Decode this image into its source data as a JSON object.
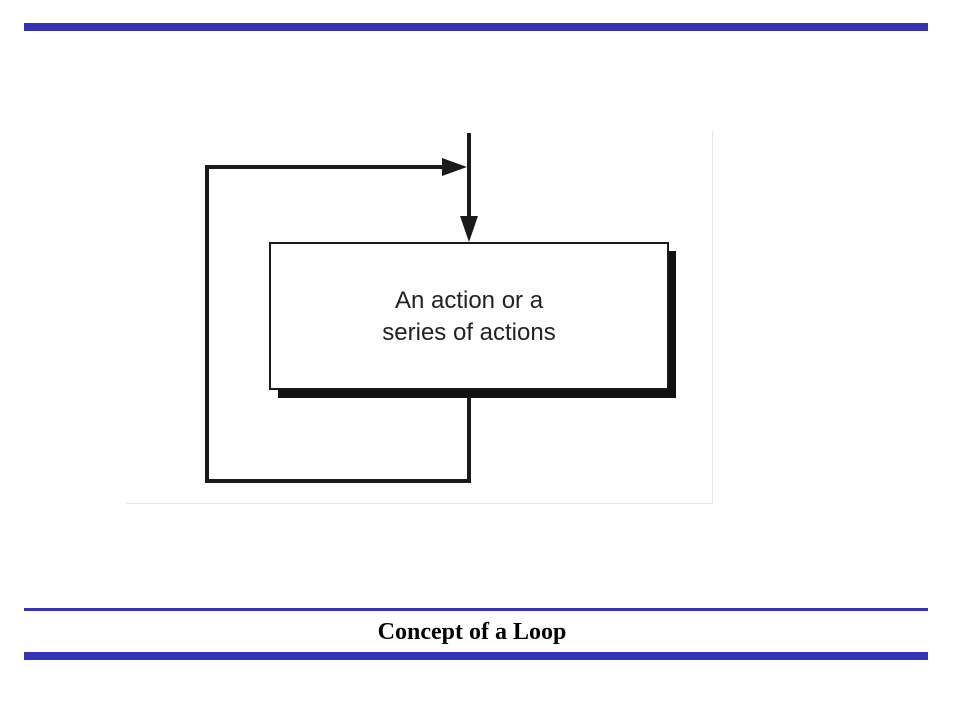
{
  "slide": {
    "caption": "Concept of a Loop",
    "rule_color": "#3333b3"
  },
  "diagram": {
    "box_text_line1": "An action or a",
    "box_text_line2": "series of actions",
    "line_color": "#1a1a1a",
    "shadow_color": "#111111"
  }
}
